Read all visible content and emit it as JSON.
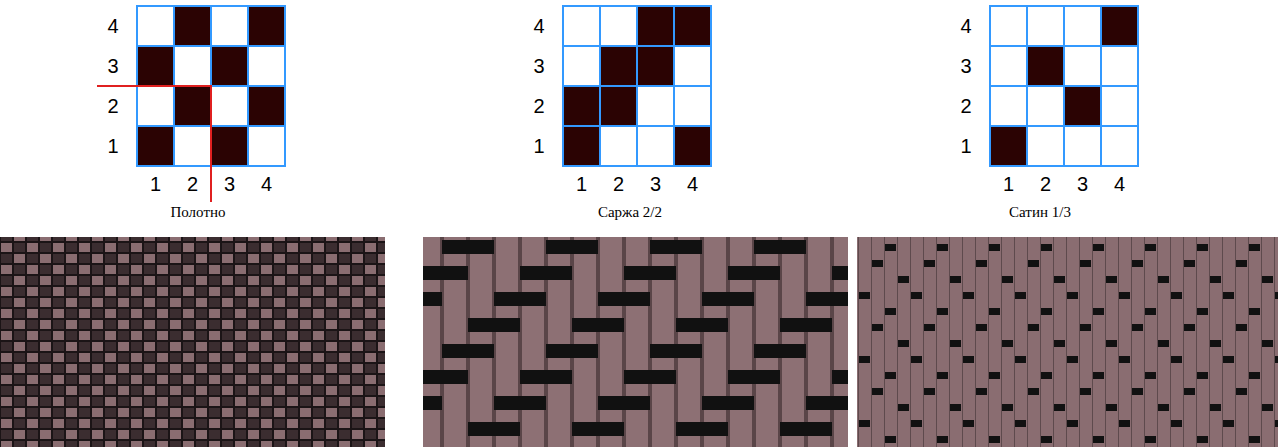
{
  "diagram": {
    "labels": [
      "4",
      "3",
      "2",
      "1",
      "1",
      "2",
      "3",
      "4",
      "Полотно",
      "4",
      "3",
      "2",
      "1",
      "1",
      "2",
      "3",
      "4",
      "Саржа 2/2",
      "4",
      "3",
      "2",
      "1",
      "1",
      "2",
      "3",
      "4",
      "Сатин 1/3"
    ]
  }
}
